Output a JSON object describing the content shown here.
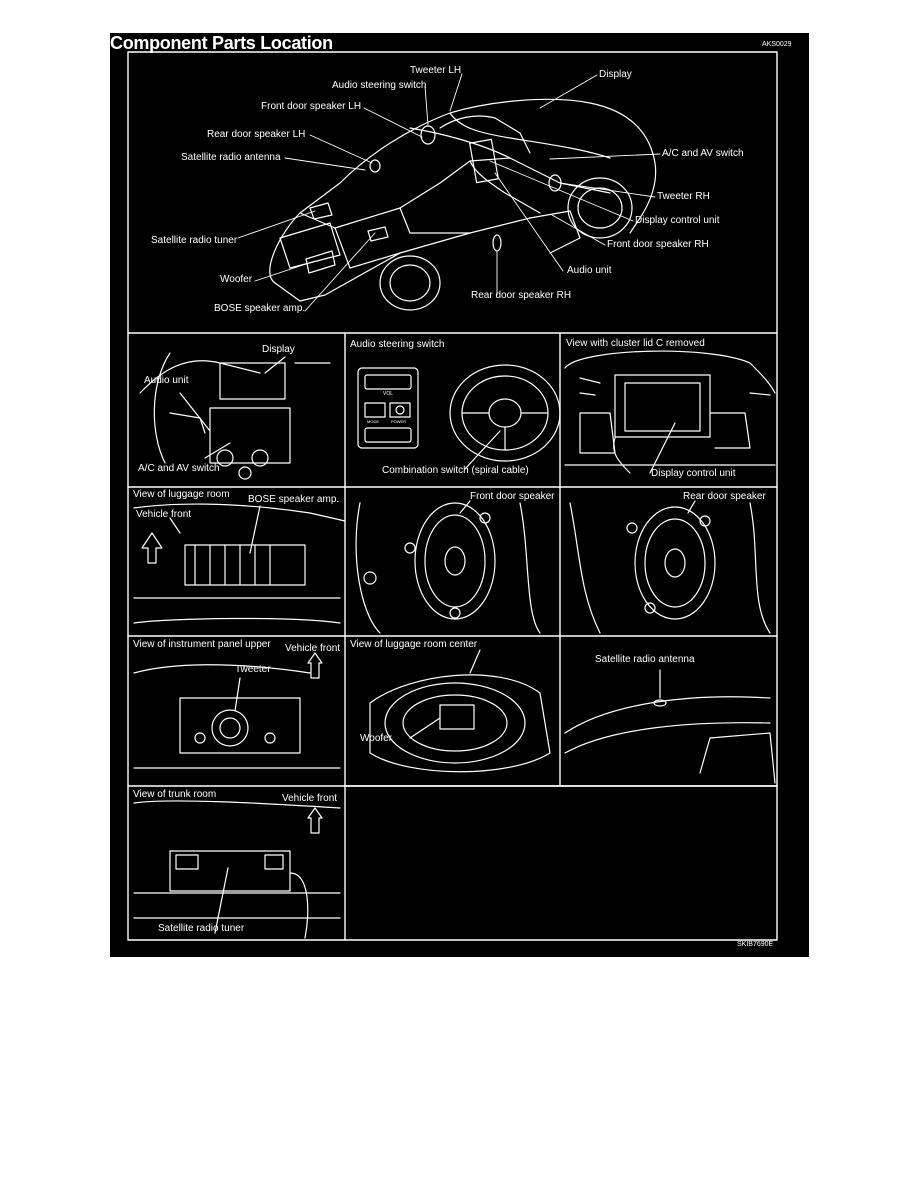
{
  "title": "Component Parts Location",
  "top_code": "AKS0029",
  "bottom_code": "SKIB7690E",
  "overview_labels": {
    "tweeter_lh": "Tweeter LH",
    "display": "Display",
    "audio_steering_switch": "Audio steering switch",
    "front_door_speaker_lh": "Front door speaker LH",
    "rear_door_speaker_lh": "Rear door speaker LH",
    "satellite_radio_antenna": "Satellite radio antenna",
    "ac_av_switch": "A/C and AV switch",
    "tweeter_rh": "Tweeter RH",
    "display_control_unit": "Display control unit",
    "front_door_speaker_rh": "Front door speaker RH",
    "satellite_radio_tuner": "Satellite radio tuner",
    "woofer": "Woofer",
    "audio_unit": "Audio unit",
    "rear_door_speaker_rh": "Rear door speaker RH",
    "bose_speaker_amp": "BOSE speaker amp."
  },
  "cells": {
    "r1c1": {
      "display": "Display",
      "audio_unit": "Audio unit",
      "ac_av": "A/C and AV switch"
    },
    "r1c2": {
      "title": "Audio steering switch",
      "combination": "Combination switch (spiral cable)",
      "vol": "VOL",
      "mode": "MODE",
      "power": "POWER"
    },
    "r1c3": {
      "title": "View with cluster lid C removed",
      "dcu": "Display control unit"
    },
    "r2c1": {
      "title": "View of luggage room",
      "vehicle_front": "Vehicle front",
      "bose": "BOSE speaker amp."
    },
    "r2c2": {
      "label": "Front door speaker"
    },
    "r2c3": {
      "label": "Rear door speaker"
    },
    "r3c1": {
      "title": "View of instrument panel upper",
      "vehicle_front": "Vehicle front",
      "tweeter": "Tweeter"
    },
    "r3c2": {
      "title": "View of luggage room center",
      "woofer": "Woofer"
    },
    "r3c3": {
      "label": "Satellite radio antenna"
    },
    "r4c1": {
      "title": "View of trunk room",
      "vehicle_front": "Vehicle front",
      "tuner": "Satellite radio tuner"
    }
  }
}
